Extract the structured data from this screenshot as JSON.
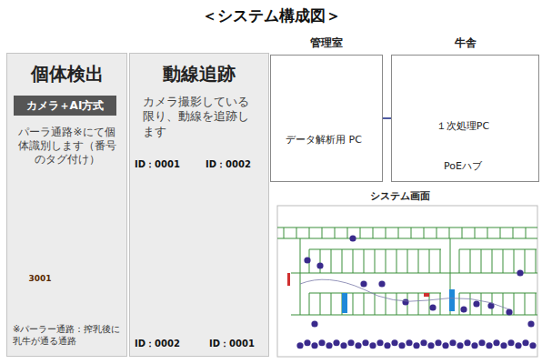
{
  "diagram": {
    "title": "＜システム構成図＞",
    "nodes": [
      {
        "text": [
          "個体検出"
        ]
      },
      {
        "text": [
          "カメラ＋AI方式"
        ],
        "in": 0
      },
      {
        "text": [
          "動線追跡"
        ]
      },
      {
        "text": [
          "管理室"
        ]
      },
      {
        "text": [
          "データ解析用 PC"
        ],
        "in": 3
      },
      {
        "text": [
          "牛舎"
        ]
      },
      {
        "text": [
          "１次処理PC"
        ],
        "in": 5
      },
      {
        "text": [
          "PoEハブ"
        ],
        "in": 5
      }
    ],
    "edges": [
      {
        "from": 3,
        "to": 5,
        "arrow": "none"
      },
      {
        "from": 6,
        "to": 7,
        "arrow": "none"
      }
    ],
    "labels": [
      "パーラ通路※にて個体識別します（番号のタグ付け）",
      "3001",
      "※パーラー通路：搾乳後に乳牛が通る通路",
      "カメラ撮影している限り、動線を追跡します",
      "ID：0001",
      "ID：0002",
      "ID：0002",
      "ID：0001",
      "システム画面"
    ]
  }
}
